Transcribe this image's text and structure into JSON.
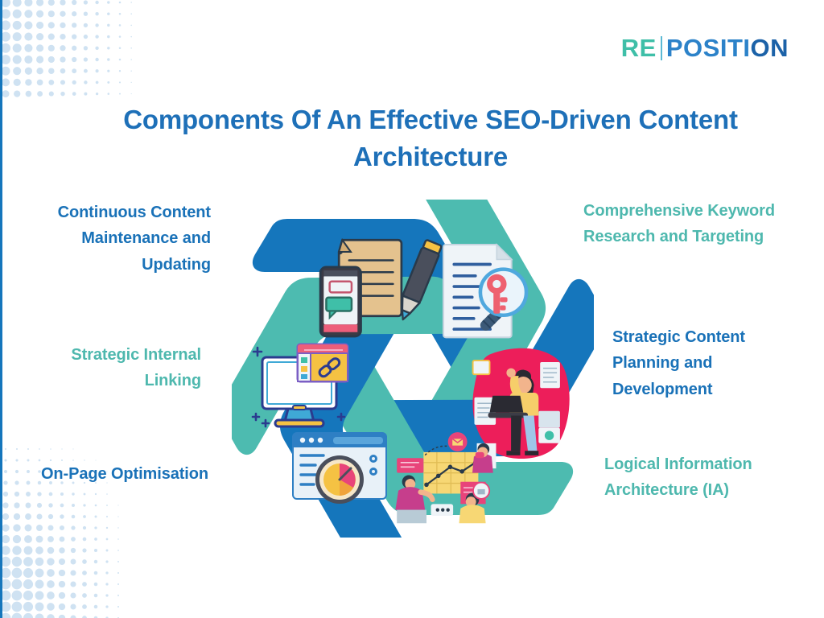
{
  "brand": {
    "logo_part1": "RE",
    "logo_part2": "POSITI",
    "logo_part3": "ON",
    "colors": {
      "blue": "#1A72B8",
      "teal": "#4EB8AE",
      "segment_blue": "#1576BC",
      "segment_teal": "#4DBBB0",
      "title_blue": "#1E70B8",
      "halftone_dot": "#CFE2F2",
      "accent_pink": "#ED1E5A",
      "accent_yellow": "#F5C243"
    }
  },
  "title": "Components Of An Effective SEO-Driven Content Architecture",
  "labels": {
    "left": [
      {
        "id": "continuous-content-maintenance",
        "text": "Continuous Content Maintenance and Updating",
        "color": "blue"
      },
      {
        "id": "strategic-internal-linking",
        "text": "Strategic Internal Linking",
        "color": "teal"
      },
      {
        "id": "on-page-optimisation",
        "text": "On-Page Optimisation",
        "color": "blue"
      }
    ],
    "right": [
      {
        "id": "comprehensive-keyword-research",
        "text": "Comprehensive Keyword Research and Targeting",
        "color": "teal"
      },
      {
        "id": "strategic-content-planning",
        "text": "Strategic Content Planning and Development",
        "color": "blue"
      },
      {
        "id": "logical-information-architecture",
        "text": "Logical Information Architecture (IA)",
        "color": "teal"
      }
    ]
  },
  "diagram": {
    "type": "recycle-hexagon-cycle",
    "segment_count": 6,
    "segments": [
      {
        "position": "top-left",
        "color": "segment_blue",
        "icon": "document-pen-mobile-icon",
        "linked_label": "Continuous Content Maintenance and Updating"
      },
      {
        "position": "top-right",
        "color": "segment_teal",
        "icon": "document-magnifier-key-icon",
        "linked_label": "Comprehensive Keyword Research and Targeting"
      },
      {
        "position": "right",
        "color": "segment_blue",
        "icon": "person-laptop-icon",
        "linked_label": "Strategic Content Planning and Development"
      },
      {
        "position": "bottom-right",
        "color": "segment_teal",
        "icon": "team-analytics-icon",
        "linked_label": "Logical Information Architecture (IA)"
      },
      {
        "position": "bottom-left",
        "color": "segment_blue",
        "icon": "browser-gauge-chart-icon",
        "linked_label": "On-Page Optimisation"
      },
      {
        "position": "left",
        "color": "segment_teal",
        "icon": "monitor-link-icon",
        "linked_label": "Strategic Internal Linking"
      }
    ]
  },
  "decorations": [
    {
      "id": "halftone-top-left",
      "type": "halftone-dot-pattern"
    },
    {
      "id": "halftone-bottom-left",
      "type": "halftone-dot-pattern"
    }
  ]
}
